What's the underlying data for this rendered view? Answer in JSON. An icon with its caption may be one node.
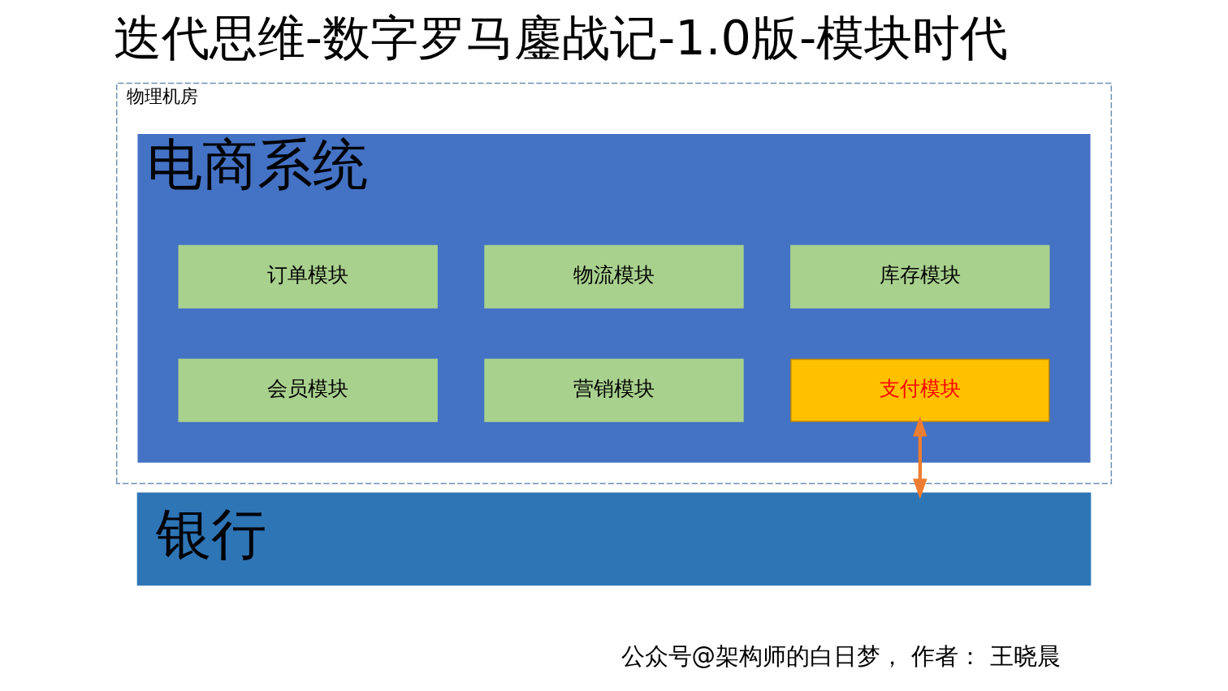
{
  "diagram": {
    "title": "迭代思维-数字罗马鏖战记-1.0版-模块时代",
    "caption": "公众号@架构师的白日梦， 作者： 王晓晨",
    "nodes": [
      {
        "text": [
          "物理机房"
        ]
      },
      {
        "text": [
          "电商系统"
        ],
        "in": 0
      },
      {
        "text": [
          "订单模块"
        ],
        "in": 1
      },
      {
        "text": [
          "物流模块"
        ],
        "in": 1
      },
      {
        "text": [
          "库存模块"
        ],
        "in": 1
      },
      {
        "text": [
          "会员模块"
        ],
        "in": 1
      },
      {
        "text": [
          "营销模块"
        ],
        "in": 1
      },
      {
        "text": [
          "支付模块"
        ],
        "in": 1
      },
      {
        "text": [
          "银行"
        ]
      }
    ],
    "edges": [
      {
        "from": 7,
        "to": 8,
        "arrow": "both",
        "color": "#ed7d31"
      }
    ]
  }
}
